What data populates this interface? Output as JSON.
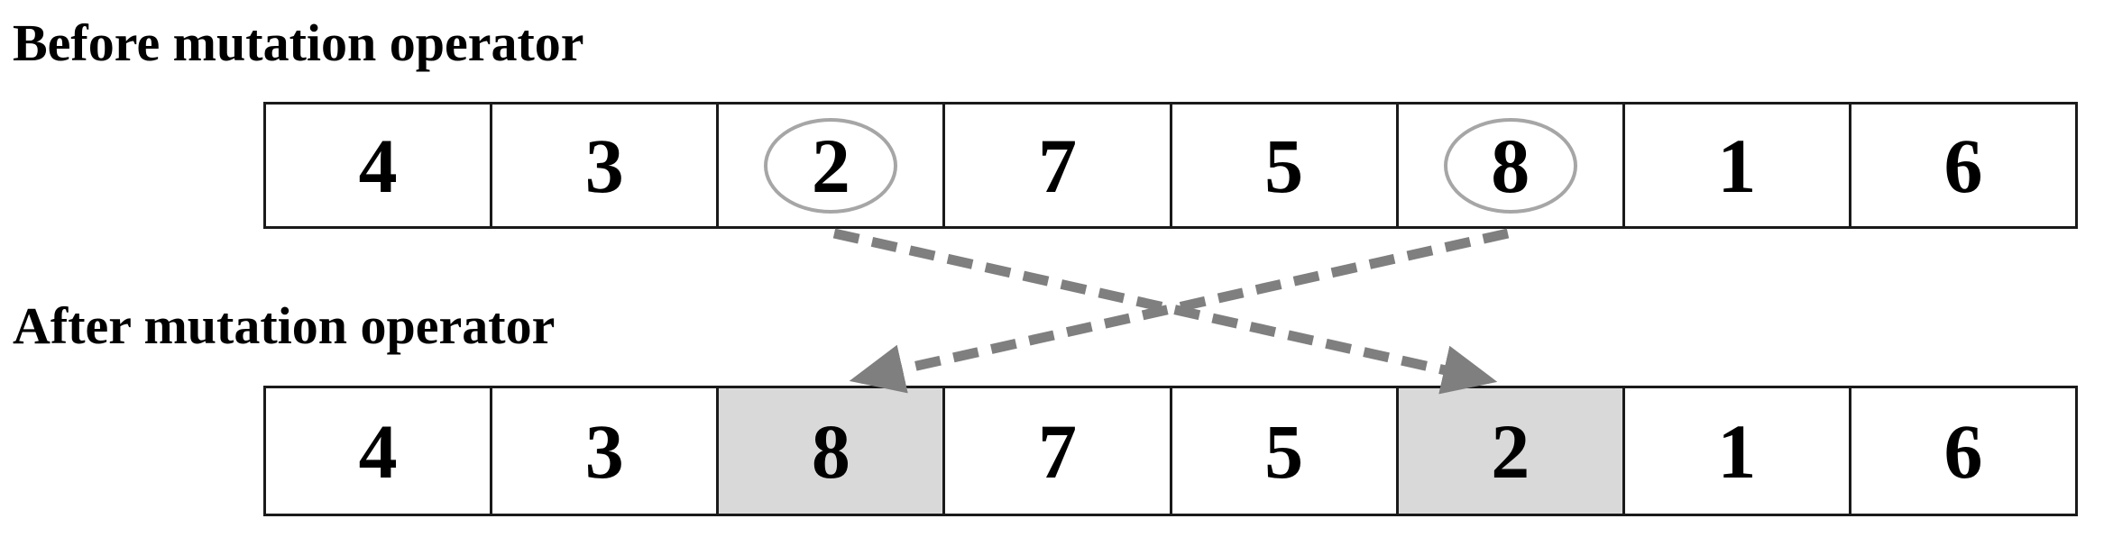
{
  "before": {
    "title": "Before mutation operator",
    "cells": [
      "4",
      "3",
      "2",
      "7",
      "5",
      "8",
      "1",
      "6"
    ],
    "circled_indices": [
      2,
      5
    ]
  },
  "after": {
    "title": "After mutation operator",
    "cells": [
      "4",
      "3",
      "8",
      "7",
      "5",
      "2",
      "1",
      "6"
    ],
    "highlighted_indices": [
      2,
      5
    ]
  },
  "arrows": [
    {
      "from_row": "before",
      "from_index": 2,
      "to_row": "after",
      "to_index": 5,
      "style": "dashed"
    },
    {
      "from_row": "before",
      "from_index": 5,
      "to_row": "after",
      "to_index": 2,
      "style": "dashed"
    }
  ],
  "colors": {
    "cell_border": "#1a1a1a",
    "highlight_fill": "#d9d9d9",
    "circle_stroke": "#a6a6a6",
    "arrow": "#7f7f7f",
    "text": "#000000",
    "background": "#ffffff"
  }
}
